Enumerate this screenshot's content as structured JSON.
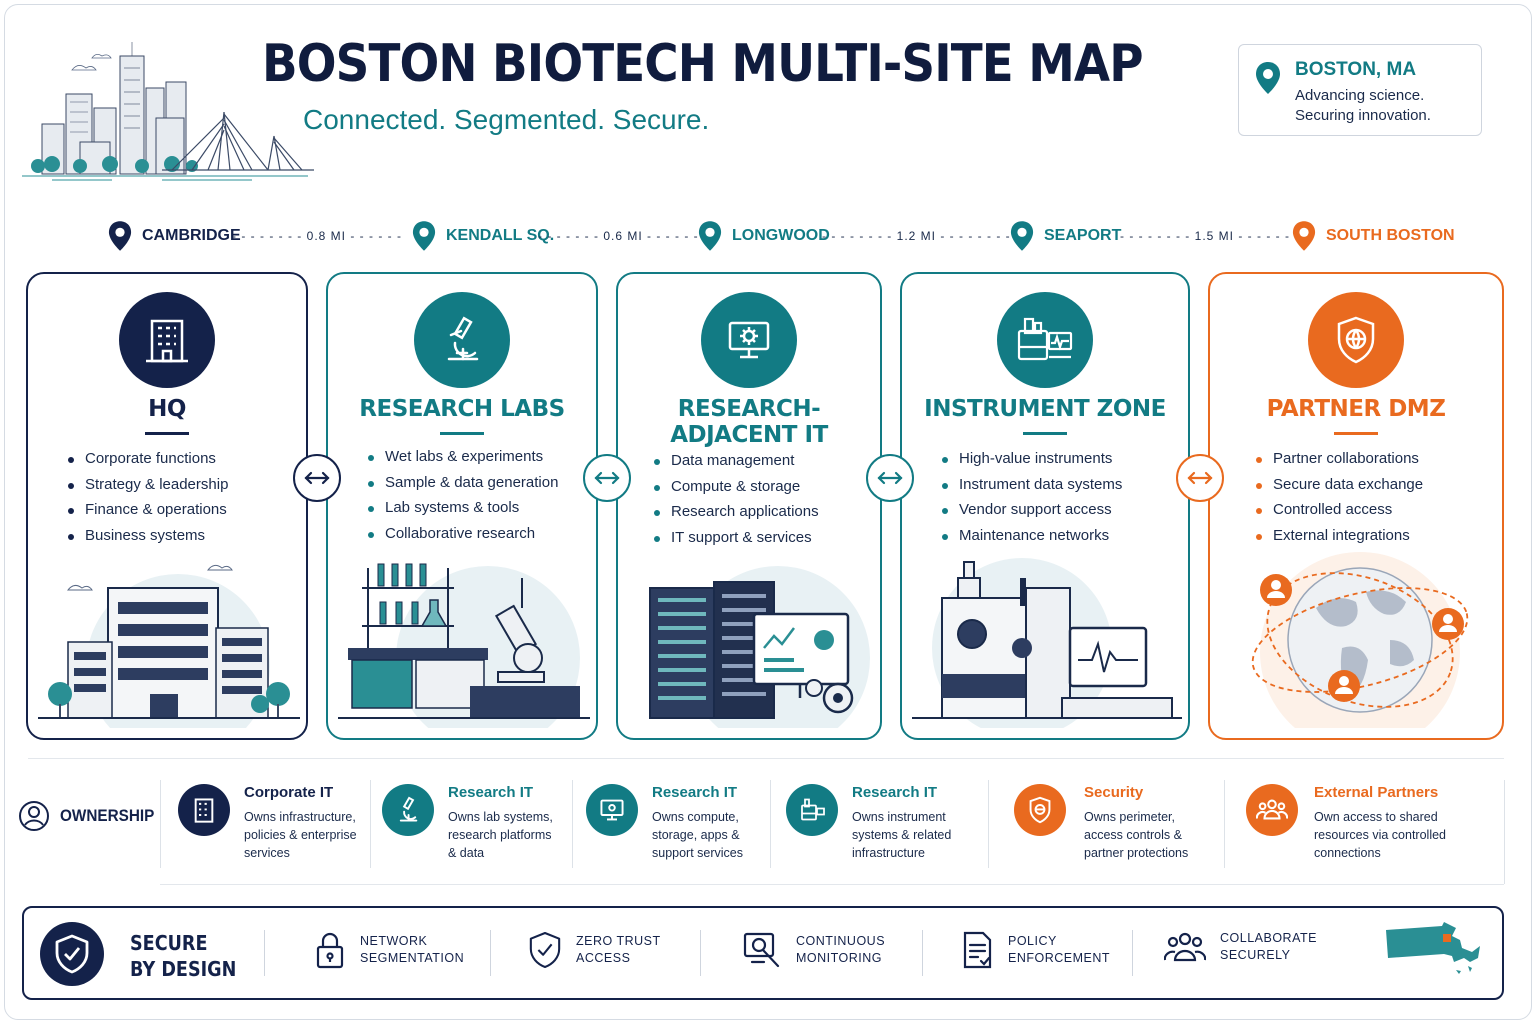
{
  "header": {
    "title": "BOSTON BIOTECH MULTI-SITE MAP",
    "subtitle": "Connected. Segmented. Secure.",
    "location": {
      "city": "BOSTON, MA",
      "line1": "Advancing science.",
      "line2": "Securing innovation."
    }
  },
  "route": {
    "stops": [
      "CAMBRIDGE",
      "KENDALL SQ.",
      "LONGWOOD",
      "SEAPORT",
      "SOUTH BOSTON"
    ],
    "distances": [
      "0.8 MI",
      "0.6 MI",
      "1.2 MI",
      "1.5 MI"
    ]
  },
  "sites": [
    {
      "title": "HQ",
      "icon": "office-building-icon",
      "color": "#14224a",
      "bullets": [
        "Corporate functions",
        "Strategy & leadership",
        "Finance & operations",
        "Business systems"
      ]
    },
    {
      "title": "RESEARCH LABS",
      "icon": "microscope-icon",
      "color": "#127b84",
      "bullets": [
        "Wet labs & experiments",
        "Sample & data generation",
        "Lab systems & tools",
        "Collaborative research"
      ]
    },
    {
      "title": "RESEARCH-ADJACENT IT",
      "icon": "monitor-gear-icon",
      "color": "#127b84",
      "bullets": [
        "Data management",
        "Compute & storage",
        "Research applications",
        "IT support & services"
      ]
    },
    {
      "title": "INSTRUMENT ZONE",
      "icon": "instrument-icon",
      "color": "#127b84",
      "bullets": [
        "High-value instruments",
        "Instrument data systems",
        "Vendor support access",
        "Maintenance networks"
      ]
    },
    {
      "title": "PARTNER DMZ",
      "icon": "shield-globe-icon",
      "color": "#e96a1f",
      "bullets": [
        "Partner collaborations",
        "Secure data exchange",
        "Controlled access",
        "External integrations"
      ]
    }
  ],
  "ownership": {
    "label": "OWNERSHIP",
    "items": [
      {
        "title": "Corporate IT",
        "lines": [
          "Owns infrastructure,",
          "policies & enterprise",
          "services"
        ],
        "icon": "office-building-icon",
        "color": "#14224a"
      },
      {
        "title": "Research IT",
        "lines": [
          "Owns lab systems,",
          "research platforms",
          "& data"
        ],
        "icon": "microscope-icon",
        "color": "#127b84"
      },
      {
        "title": "Research IT",
        "lines": [
          "Owns compute,",
          "storage, apps &",
          "support services"
        ],
        "icon": "monitor-gear-icon",
        "color": "#127b84"
      },
      {
        "title": "Research IT",
        "lines": [
          "Owns instrument",
          "systems & related",
          "infrastructure"
        ],
        "icon": "instrument-icon",
        "color": "#127b84"
      },
      {
        "title": "Security",
        "lines": [
          "Owns perimeter,",
          "access controls &",
          "partner protections"
        ],
        "icon": "shield-globe-icon",
        "color": "#e96a1f"
      },
      {
        "title": "External Partners",
        "lines": [
          "Own access to shared",
          "resources via controlled",
          "connections"
        ],
        "icon": "people-group-icon",
        "color": "#e96a1f"
      }
    ]
  },
  "footer": {
    "title_line1": "SECURE",
    "title_line2": "BY DESIGN",
    "items": [
      {
        "line1": "NETWORK",
        "line2": "SEGMENTATION",
        "icon": "lock-icon"
      },
      {
        "line1": "ZERO TRUST",
        "line2": "ACCESS",
        "icon": "shield-check-icon"
      },
      {
        "line1": "CONTINUOUS",
        "line2": "MONITORING",
        "icon": "magnifier-monitor-icon"
      },
      {
        "line1": "POLICY",
        "line2": "ENFORCEMENT",
        "icon": "policy-document-icon"
      },
      {
        "line1": "COLLABORATE",
        "line2": "SECURELY",
        "icon": "people-group-icon"
      }
    ]
  },
  "colors": {
    "navy": "#14224a",
    "teal": "#127b84",
    "orange": "#e96a1f"
  }
}
